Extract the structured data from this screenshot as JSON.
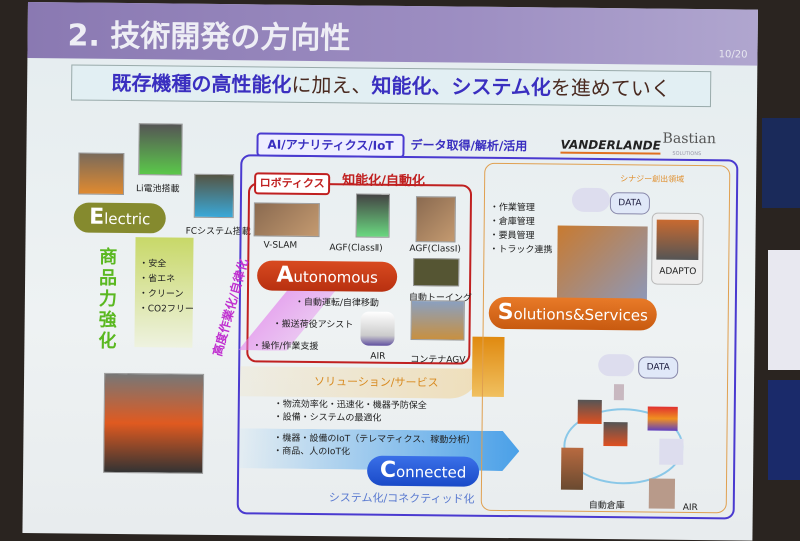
{
  "slide": {
    "title": "2. 技術開発の方向性",
    "page": "10/20",
    "subtitle": {
      "p1": "既存機種の高性能化",
      "p2": "に加え、",
      "p3": "知能化、システム化",
      "p4": "を進めていく"
    }
  },
  "electric": {
    "label_initial": "E",
    "label_rest": "lectric",
    "li": "Li電池搭載",
    "fc": "FCシステム搭載",
    "vertical": "商品力強化",
    "points": [
      "・安全",
      "・省エネ",
      "・クリーン",
      "・CO2フリー"
    ]
  },
  "ai": {
    "label": "AI/アナリティクス/IoT",
    "data_label": "データ取得/解析/活用",
    "brand1": "VANDERLANDE",
    "brand2": "Bastian",
    "brand2_sub": "SOLUTIONS"
  },
  "robotics": {
    "label": "ロボティクス",
    "intelligence": "知能化/自動化",
    "diagonal": "高度作業化/自律化",
    "items": [
      "V-SLAM",
      "AGF(ClassⅡ)",
      "AGF(ClassⅠ)",
      "自動トーイング",
      "AIR",
      "コンテナAGV"
    ],
    "auto_initial": "A",
    "auto_rest": "utonomous",
    "points": [
      "・自動運転/自律移動",
      "・搬送荷役アシスト",
      "・操作/作業支援"
    ]
  },
  "solutions": {
    "area_label": "シナジー創出領域",
    "mgmt": [
      "・作業管理",
      "・倉庫管理",
      "・要員管理",
      "・トラック連携"
    ],
    "data1": "DATA",
    "adapto": "ADAPTO",
    "initial": "S",
    "rest": "olutions&Services",
    "data2": "DATA",
    "warehouse": "自動倉庫",
    "air": "AIR",
    "service_label": "ソリューション/サービス"
  },
  "connected": {
    "points1": [
      "・物流効率化・迅速化・機器予防保全",
      "・設備・システムの最適化"
    ],
    "points2": [
      "・機器・設備のIoT（テレマティクス、稼動分析）",
      "・商品、人のIoT化"
    ],
    "initial": "C",
    "rest": "onnected",
    "label": "システム化/コネクティッド化"
  },
  "colors": {
    "header": "#8a79b2",
    "electric": "#8a8a30",
    "autonomous": "#c83a18",
    "solutions": "#e06a18",
    "connected": "#2a5ad8",
    "frame_blue": "#4a3ad0",
    "frame_red": "#c02020",
    "frame_orange": "#e0a050"
  }
}
